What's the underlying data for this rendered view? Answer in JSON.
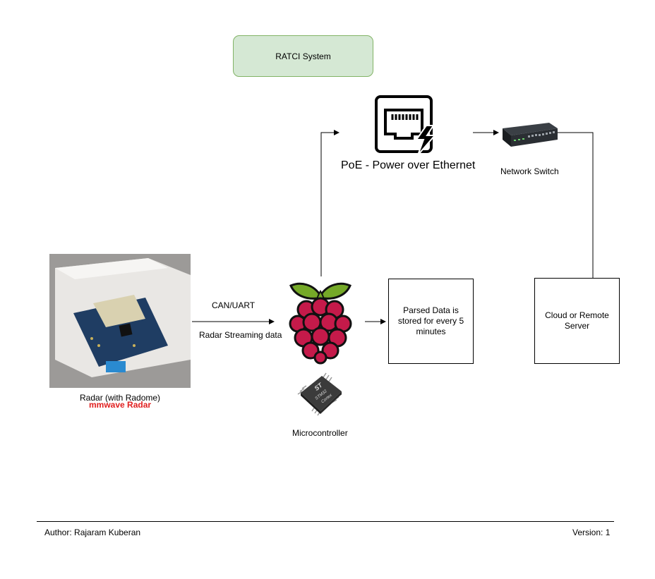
{
  "title": "RATCI System",
  "poe_label": "PoE - Power over Ethernet",
  "network_switch_label": "Network Switch",
  "can_uart_label": "CAN/UART",
  "radar_streaming_label": "Radar Streaming data",
  "parsed_data_box": "Parsed Data is stored for every 5 minutes",
  "cloud_box": "Cloud or Remote Server",
  "radar_label": "Radar (with Radome)",
  "mmwave_label": "mmwave Radar",
  "microcontroller_label": "Microcontroller",
  "chip_text_brand": "ST",
  "chip_text_model": "STM32",
  "chip_text_core": "Cortex",
  "footer": {
    "author": "Author: Rajaram Kuberan",
    "version": "Version: 1"
  },
  "colors": {
    "title_fill": "#d5e8d4",
    "title_stroke": "#82b366",
    "raspberry_red": "#c51a4a",
    "raspberry_leaf": "#75a928",
    "mmwave_red": "#e02020"
  },
  "icons": [
    "ethernet-poe-icon",
    "network-switch-icon",
    "raspberry-pi-icon",
    "microcontroller-chip-icon",
    "radar-photo"
  ]
}
